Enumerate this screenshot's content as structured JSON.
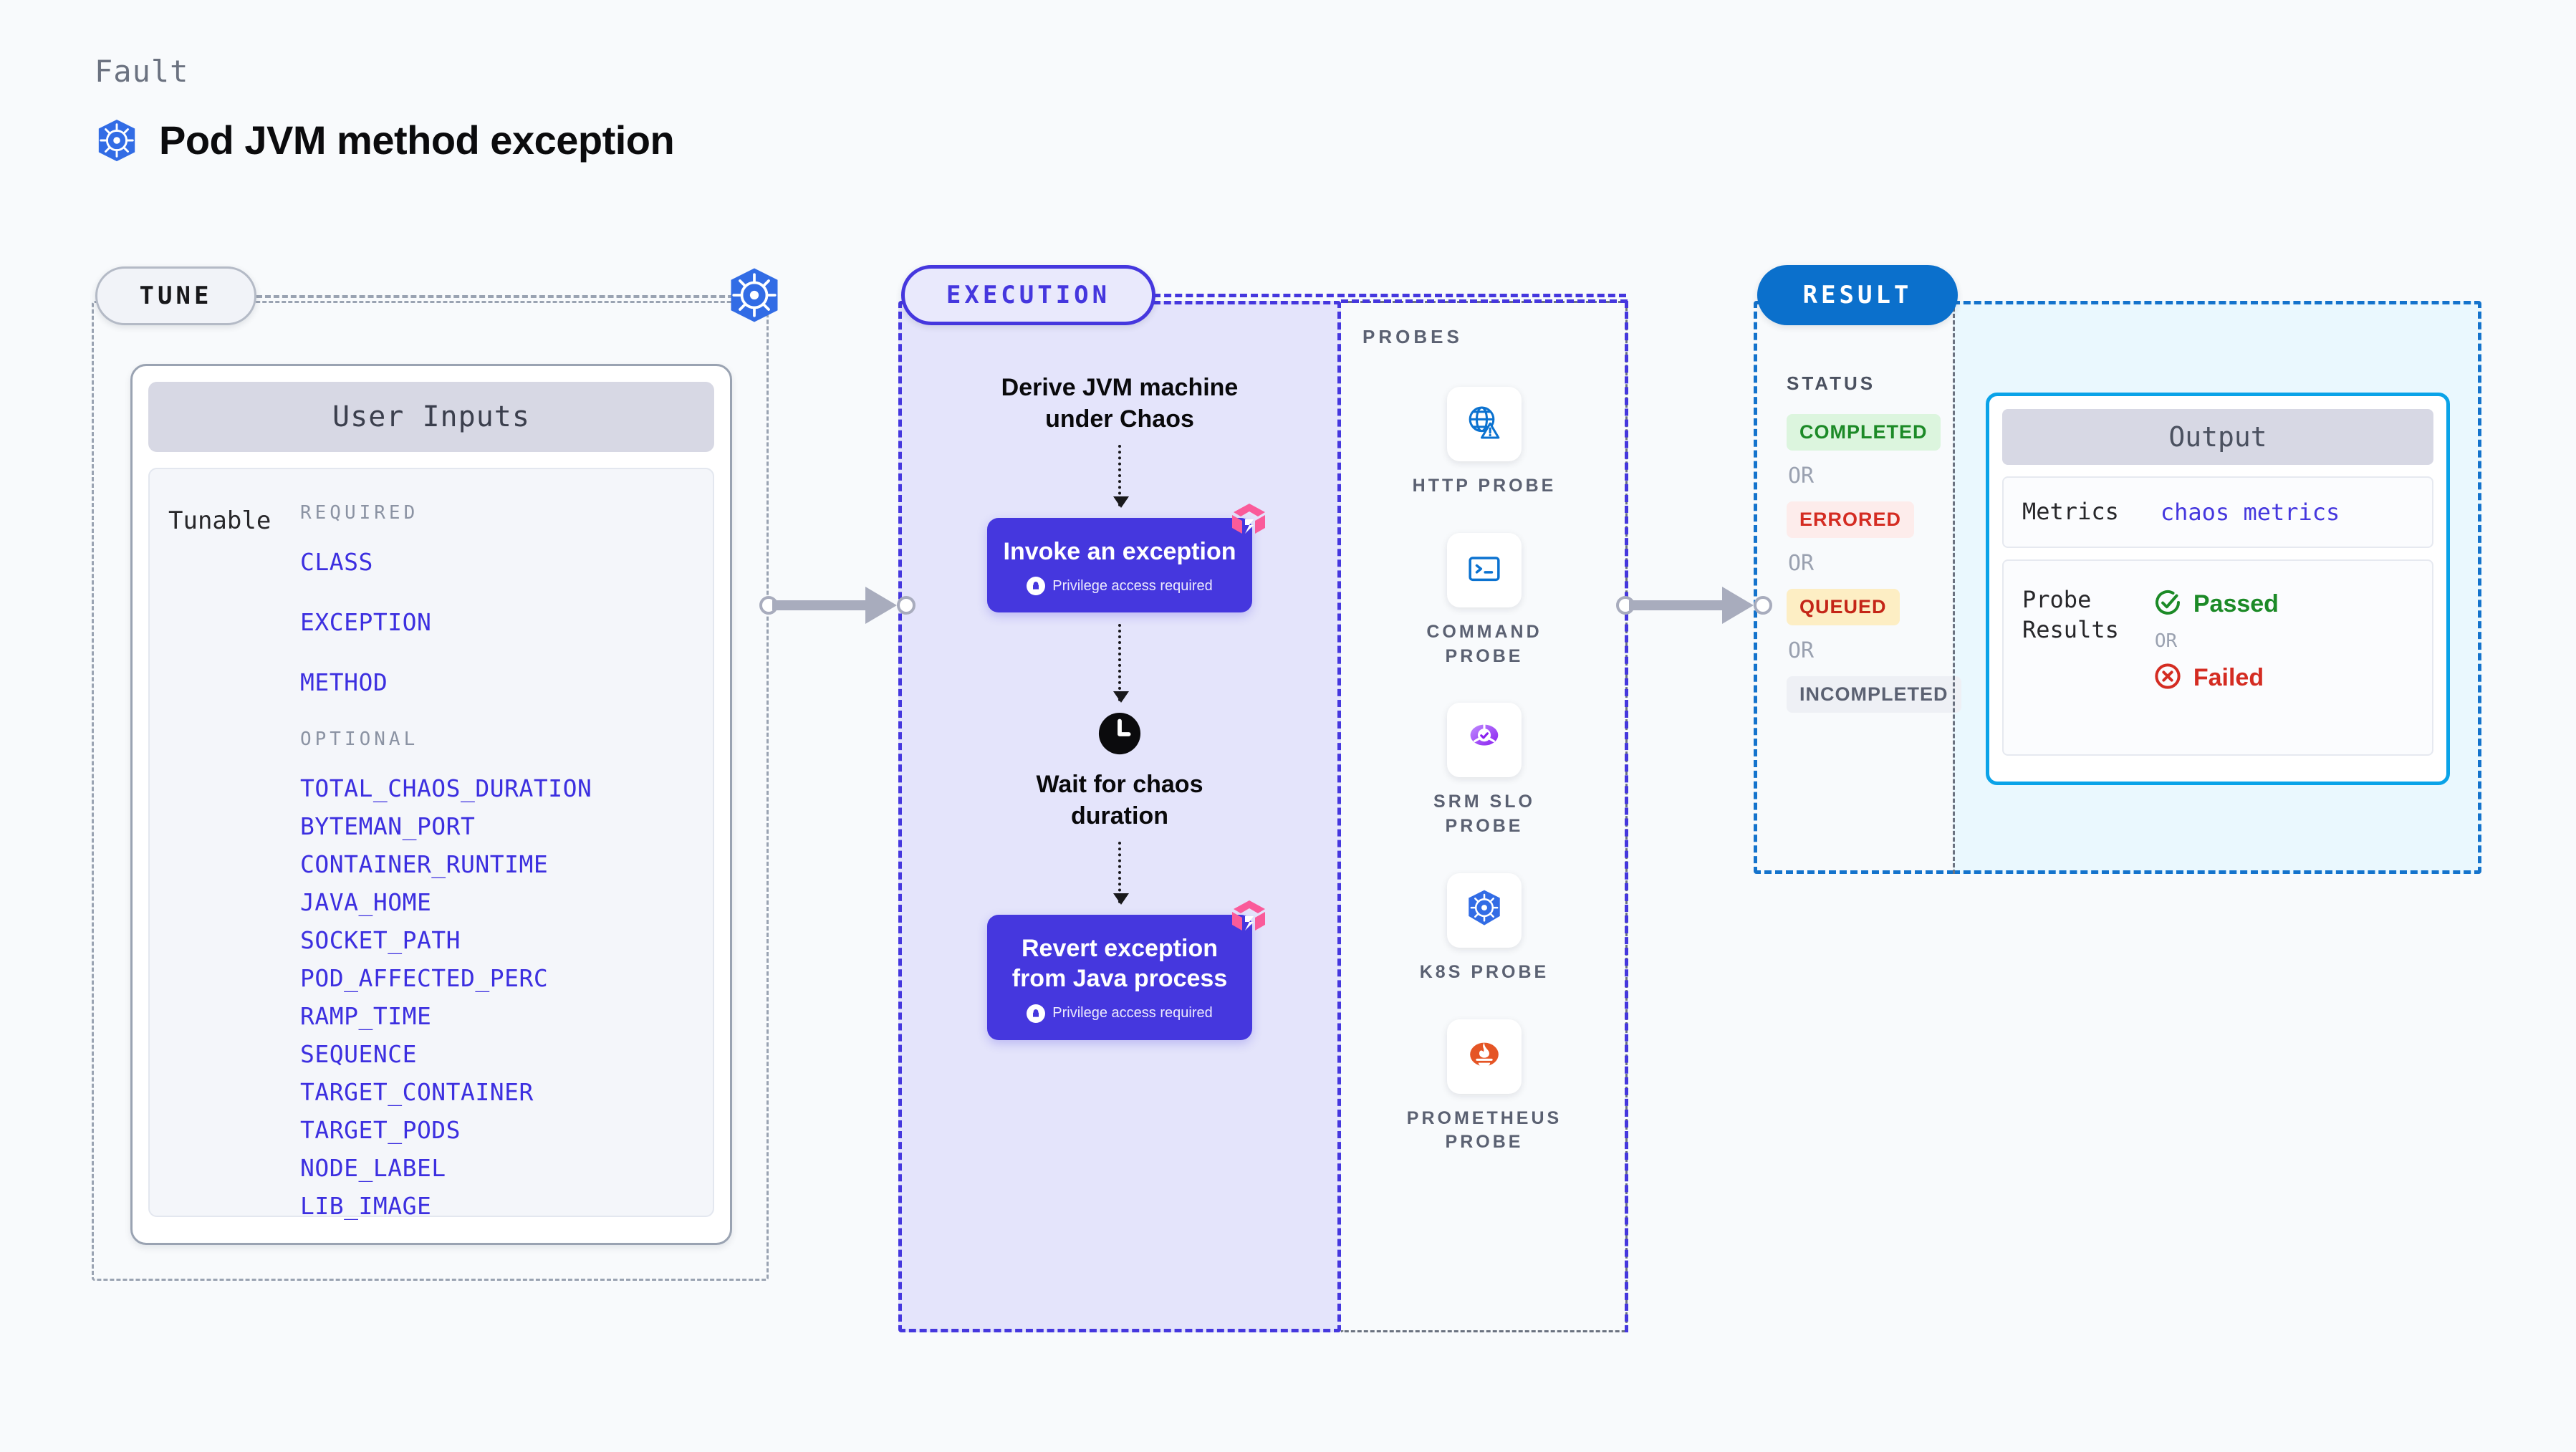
{
  "header": {
    "eyebrow": "Fault",
    "title": "Pod JVM method exception",
    "icon": "kubernetes-icon"
  },
  "stages": {
    "tune": {
      "pill_label": "TUNE",
      "badge_icon": "kubernetes-icon",
      "user_inputs": {
        "header": "User Inputs",
        "row_label": "Tunable",
        "groups": [
          {
            "title": "REQUIRED",
            "params": [
              "CLASS",
              "EXCEPTION",
              "METHOD"
            ]
          },
          {
            "title": "OPTIONAL",
            "params": [
              "TOTAL_CHAOS_DURATION",
              "BYTEMAN_PORT",
              "CONTAINER_RUNTIME",
              "JAVA_HOME",
              "SOCKET_PATH",
              "POD_AFFECTED_PERC",
              "RAMP_TIME",
              "SEQUENCE",
              "TARGET_CONTAINER",
              "TARGET_PODS",
              "NODE_LABEL",
              "LIB_IMAGE"
            ]
          }
        ]
      }
    },
    "execution": {
      "pill_label": "EXECUTION",
      "steps": [
        {
          "kind": "caption",
          "text": "Derive JVM machine\nunder Chaos"
        },
        {
          "kind": "action",
          "title": "Invoke an exception",
          "note": "Privilege access required",
          "badge_icon": "litmus-icon",
          "lock_icon": "lock-icon"
        },
        {
          "kind": "clock",
          "icon": "clock-icon",
          "text": "Wait for chaos\nduration"
        },
        {
          "kind": "action",
          "title": "Revert exception\nfrom Java process",
          "note": "Privilege access required",
          "badge_icon": "litmus-icon",
          "lock_icon": "lock-icon"
        }
      ]
    },
    "probes": {
      "section_label": "PROBES",
      "items": [
        {
          "name": "HTTP  PROBE",
          "icon": "globe-warning-icon"
        },
        {
          "name": "COMMAND\nPROBE",
          "icon": "terminal-icon"
        },
        {
          "name": "SRM  SLO\nPROBE",
          "icon": "slo-donut-check-icon"
        },
        {
          "name": "K8S  PROBE",
          "icon": "kubernetes-icon"
        },
        {
          "name": "PROMETHEUS\nPROBE",
          "icon": "prometheus-icon"
        }
      ]
    },
    "result": {
      "pill_label": "RESULT",
      "status_label": "STATUS",
      "or_label": "OR",
      "statuses": [
        {
          "label": "COMPLETED",
          "fg": "#1c8a27",
          "bg": "#dcf5de"
        },
        {
          "label": "ERRORED",
          "fg": "#d42c22",
          "bg": "#fdeceb"
        },
        {
          "label": "QUEUED",
          "fg": "#c42517",
          "bg": "#fdeec4"
        },
        {
          "label": "INCOMPLETED",
          "fg": "#5b6172",
          "bg": "#eef0f5"
        }
      ],
      "output": {
        "header": "Output",
        "metrics_key": "Metrics",
        "metrics_value": "chaos metrics",
        "probe_results_key": "Probe\nResults",
        "passed_label": "Passed",
        "failed_label": "Failed",
        "or_label": "OR",
        "passed_icon": "check-circle-icon",
        "failed_icon": "x-circle-icon"
      }
    }
  },
  "colors": {
    "brand_purple": "#4537de",
    "kubernetes_blue": "#326ce5",
    "litmus_pink": "#fa5b9a",
    "result_blue": "#0b70cc",
    "output_border": "#0aa3e8",
    "pass_green": "#1c8a27",
    "fail_red": "#d42c22",
    "connector_gray": "#a8acbd"
  }
}
